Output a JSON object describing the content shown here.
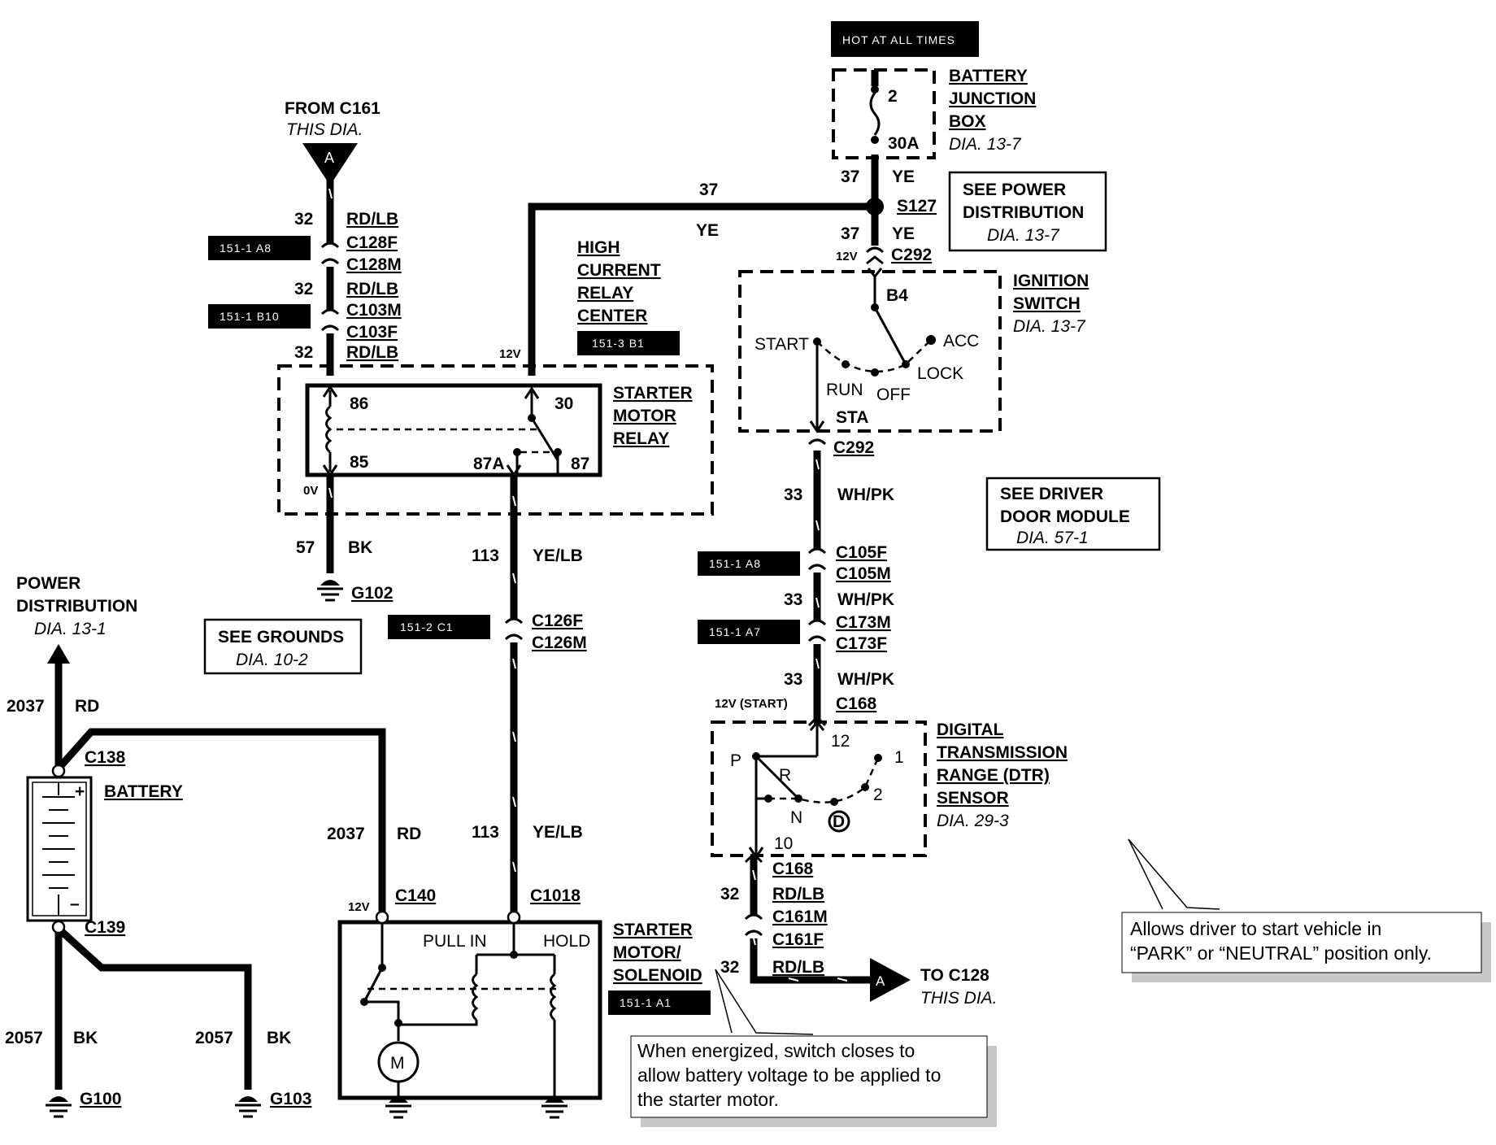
{
  "top_tag": "HOT AT ALL TIMES",
  "battery_junction_box": {
    "title": [
      "BATTERY",
      "JUNCTION",
      "BOX"
    ],
    "ref": "DIA. 13-7",
    "fuse_number": "2",
    "fuse_rating": "30A"
  },
  "from_c161": {
    "title": "FROM C161",
    "sub": "THIS DIA.",
    "letter": "A"
  },
  "to_c128": {
    "title": "TO C128",
    "sub": "THIS DIA.",
    "letter": "A"
  },
  "tags": {
    "c128": "151-1 A8",
    "c103": "151-1 B10",
    "hcrc": "151-3 B1",
    "c126": "151-2 C1",
    "c105": "151-1 A8",
    "c173": "151-1 A7",
    "solenoid": "151-1 A1"
  },
  "high_current_relay_center": [
    "HIGH",
    "CURRENT",
    "RELAY",
    "CENTER"
  ],
  "starter_motor_relay": {
    "title": [
      "STARTER",
      "MOTOR",
      "RELAY"
    ],
    "pins": {
      "p86": "86",
      "p85": "85",
      "p30": "30",
      "p87": "87",
      "p87a": "87A"
    },
    "v_in": "12V",
    "v_gnd": "0V"
  },
  "see_power_distribution": {
    "title": [
      "SEE POWER",
      "DISTRIBUTION"
    ],
    "ref": "DIA. 13-7"
  },
  "ignition_switch": {
    "title": [
      "IGNITION",
      "SWITCH"
    ],
    "ref": "DIA. 13-7",
    "positions": {
      "start": "START",
      "run": "RUN",
      "off": "OFF",
      "lock": "LOCK",
      "acc": "ACC"
    },
    "b4": "B4",
    "sta": "STA"
  },
  "see_driver_door_module": {
    "title": [
      "SEE DRIVER",
      "DOOR MODULE"
    ],
    "ref": "DIA. 57-1"
  },
  "see_grounds": {
    "title": "SEE GROUNDS",
    "ref": "DIA. 10-2"
  },
  "power_distribution": {
    "title": [
      "POWER",
      "DISTRIBUTION"
    ],
    "ref": "DIA. 13-1"
  },
  "battery": {
    "title": "BATTERY",
    "plus": "+",
    "minus": "–"
  },
  "dtr_sensor": {
    "title": [
      "DIGITAL",
      "TRANSMISSION",
      "RANGE (DTR)",
      "SENSOR"
    ],
    "ref": "DIA. 29-3",
    "positions": {
      "p": "P",
      "r": "R",
      "n": "N",
      "d": "D",
      "one": "1",
      "two": "2"
    },
    "pin12": "12",
    "pin10": "10"
  },
  "solenoid": {
    "title": [
      "STARTER",
      "MOTOR/",
      "SOLENOID"
    ],
    "pull_in": "PULL IN",
    "hold": "HOLD",
    "motor": "M"
  },
  "wires": {
    "w32": "32",
    "rdlb": "RD/LB",
    "w37": "37",
    "ye": "YE",
    "w57": "57",
    "bk": "BK",
    "w113": "113",
    "yelb": "YE/LB",
    "w33": "33",
    "whpk": "WH/PK",
    "w2037": "2037",
    "rd": "RD",
    "w2057": "2057"
  },
  "connectors": {
    "c128f": "C128F",
    "c128m": "C128M",
    "c103m": "C103M",
    "c103f": "C103F",
    "s127": "S127",
    "c292": "C292",
    "c126f": "C126F",
    "c126m": "C126M",
    "c105f": "C105F",
    "c105m": "C105M",
    "c173m": "C173M",
    "c173f": "C173F",
    "c168": "C168",
    "c161m": "C161M",
    "c161f": "C161F",
    "c138": "C138",
    "c139": "C139",
    "c140": "C140",
    "c1018": "C1018"
  },
  "grounds": {
    "g102": "G102",
    "g100": "G100",
    "g103": "G103"
  },
  "voltages": {
    "v12": "12V",
    "v12_start": "12V (START)"
  },
  "notes": {
    "dtr": [
      "Allows driver to start vehicle in",
      "“PARK” or “NEUTRAL” position only."
    ],
    "solenoid": [
      "When energized, switch closes to",
      "allow battery voltage to be applied to",
      "the starter motor."
    ]
  }
}
